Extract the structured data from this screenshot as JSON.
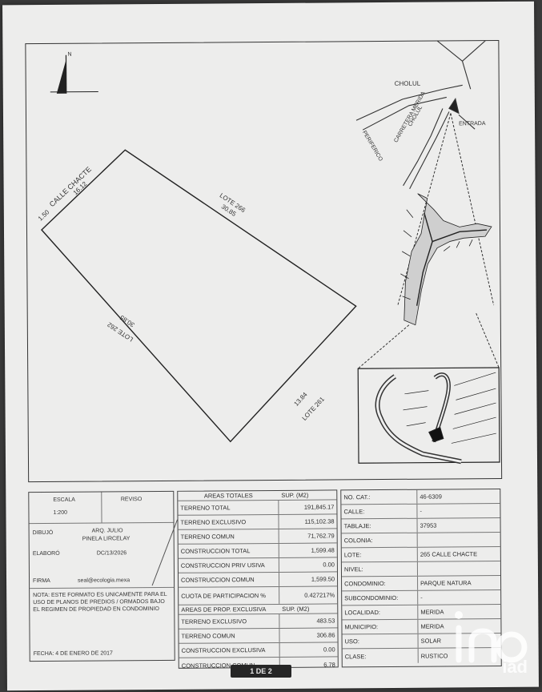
{
  "sheet": {
    "corner_mark": "",
    "pager": "1 DE 2"
  },
  "plan": {
    "calle_label": "CALLE CHACTE",
    "calle_sub": "16.12",
    "left_dim": "1.50",
    "top_label": "LOTE 266",
    "top_dim": "30.85",
    "bottom_label": "LOTE 262",
    "bottom_dim": "30.85",
    "right_label": "LOTE 261",
    "right_dim": "13.84",
    "compass_letter": "N"
  },
  "location_map": {
    "road_labels": [
      "CHOLUL",
      "CARRETERA MERIDA",
      "CHOLUL",
      "PERIFERICO",
      "ENTRADA"
    ]
  },
  "table_left": {
    "escala_label": "ESCALA",
    "escala_value": "1:200",
    "reviso_label": "REVISO",
    "dibujo_label": "DIBUJÓ",
    "dibujo_value1": "ARQ. JULIO",
    "dibujo_value2": "PINELA LIRCELAY",
    "elaboro_label": "ELABORÓ",
    "elaboro_value": "DC/13/2026",
    "firma_label": "FIRMA",
    "firma_value": "seal@ecologia.mexa",
    "nota": "NOTA: ESTE FORMATO ES UNICAMENTE PARA EL USO DE PLANOS DE PREDIOS / ORMADOS BAJO EL REGIMEN DE PROPIEDAD EN CONDOMINIO",
    "fecha": "FECHA: 4 DE ENERO DE 2017"
  },
  "table_middle": {
    "header_a": "AREAS TOTALES",
    "header_b": "SUP. (M2)",
    "rows": [
      {
        "label": "TERRENO TOTAL",
        "value": "191,845.17"
      },
      {
        "label": "TERRENO EXCLUSIVO",
        "value": "115,102.38"
      },
      {
        "label": "TERRENO COMUN",
        "value": "71,762.79"
      },
      {
        "label": "CONSTRUCCION TOTAL",
        "value": "1,599.48"
      },
      {
        "label": "CONSTRUCCION PRIV USIVA",
        "value": "0.00"
      },
      {
        "label": "CONSTRUCCION COMUN",
        "value": "1,599.50"
      }
    ],
    "cuota_label": "CUOTA DE PARTICIPACION %",
    "cuota_value": "0.427217%",
    "sub_header_a": "AREAS DE PROP. EXCLUSIVA",
    "sub_header_b": "SUP. (M2)",
    "rows2": [
      {
        "label": "TERRENO EXCLUSIVO",
        "value": "483.53"
      },
      {
        "label": "TERRENO COMUN",
        "value": "306.86"
      },
      {
        "label": "CONSTRUCCION EXCLUSIVA",
        "value": "0.00"
      },
      {
        "label": "CONSTRUCCION COMUN",
        "value": "6.78"
      }
    ]
  },
  "table_right": {
    "rows": [
      {
        "label": "NO. CAT.:",
        "value": "46-6309"
      },
      {
        "label": "CALLE:",
        "value": "-"
      },
      {
        "label": "TABLAJE:",
        "value": "37953"
      },
      {
        "label": "COLONIA:",
        "value": ""
      },
      {
        "label": "LOTE:",
        "value": "265 CALLE CHACTE"
      },
      {
        "label": "NIVEL:",
        "value": ""
      },
      {
        "label": "CONDOMINIO:",
        "value": "PARQUE NATURA"
      },
      {
        "label": "SUBCONDOMINIO:",
        "value": "-"
      },
      {
        "label": "LOCALIDAD:",
        "value": "MERIDA"
      },
      {
        "label": "MUNICIPIO:",
        "value": "MERIDA"
      },
      {
        "label": "USO:",
        "value": "SOLAR"
      },
      {
        "label": "CLASE:",
        "value": "RUSTICO"
      }
    ]
  },
  "watermark": {
    "text": "iad"
  }
}
